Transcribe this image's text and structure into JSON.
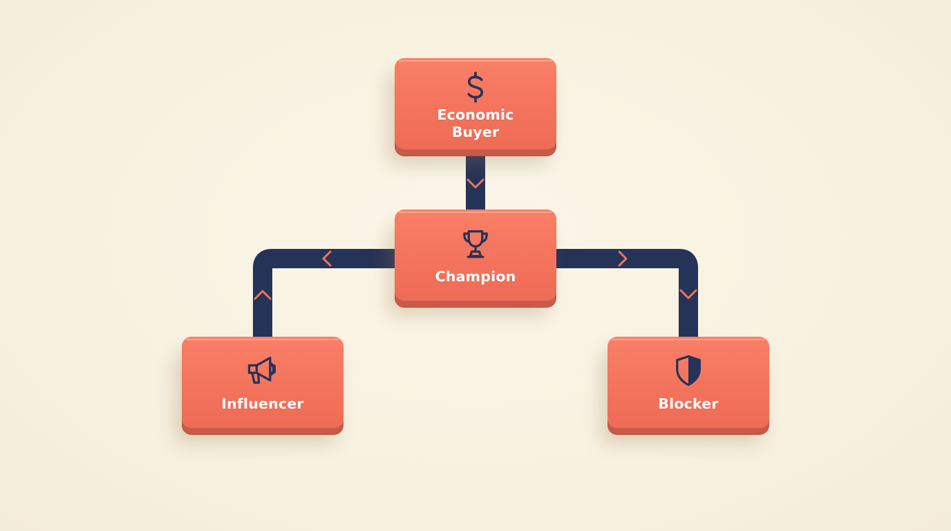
{
  "colors": {
    "background": "#f8f2e2",
    "node_fill": "#f4735c",
    "node_edge": "#c85a48",
    "connector": "#253358",
    "arrow": "#f4735c",
    "icon": "#253358",
    "label": "#ffffff"
  },
  "nodes": {
    "economic_buyer": {
      "label": "Economic\nBuyer",
      "icon": "dollar-icon"
    },
    "champion": {
      "label": "Champion",
      "icon": "trophy-icon"
    },
    "influencer": {
      "label": "Influencer",
      "icon": "megaphone-icon"
    },
    "blocker": {
      "label": "Blocker",
      "icon": "shield-icon"
    }
  },
  "edges": [
    {
      "from": "economic_buyer",
      "to": "champion"
    },
    {
      "from": "champion",
      "to": "influencer"
    },
    {
      "from": "champion",
      "to": "blocker"
    }
  ]
}
